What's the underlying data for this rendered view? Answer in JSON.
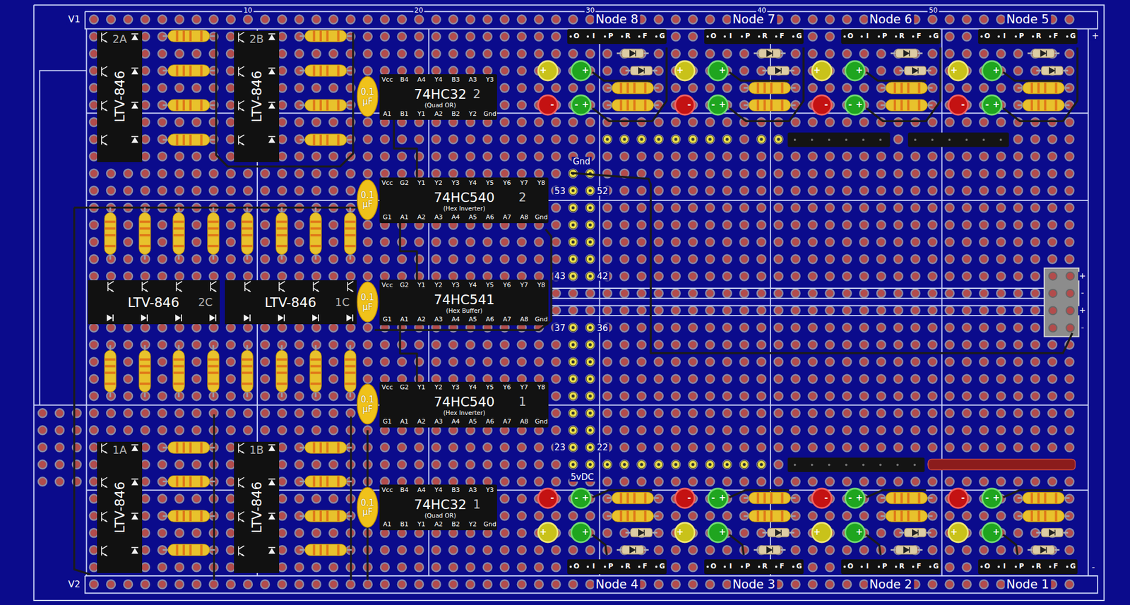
{
  "diagram": {
    "nodes": [
      {
        "text": [
          "LTV-846",
          "2A"
        ]
      },
      {
        "text": [
          "LTV-846",
          "2B"
        ]
      },
      {
        "text": [
          "0.1 µF"
        ]
      },
      {
        "text": [
          "Vcc",
          "B4",
          "A4",
          "Y4",
          "B3",
          "A3",
          "Y3",
          "74HC32",
          "2",
          "(Quad OR)",
          "A1",
          "B1",
          "Y1",
          "A2",
          "B2",
          "Y2",
          "Gnd"
        ]
      },
      {
        "text": [
          "0.1 µF"
        ]
      },
      {
        "text": [
          "Vcc",
          "G2",
          "Y1",
          "Y2",
          "Y3",
          "Y4",
          "Y5",
          "Y6",
          "Y7",
          "Y8",
          "74HC540",
          "2",
          "(Hex Inverter)",
          "G1",
          "A1",
          "A2",
          "A3",
          "A4",
          "A5",
          "A6",
          "A7",
          "A8",
          "Gnd"
        ]
      },
      {
        "text": [
          "LTV-846",
          "2C"
        ]
      },
      {
        "text": [
          "LTV-846",
          "1C"
        ]
      },
      {
        "text": [
          "0.1 µF"
        ]
      },
      {
        "text": [
          "Vcc",
          "G2",
          "Y1",
          "Y2",
          "Y3",
          "Y4",
          "Y5",
          "Y6",
          "Y7",
          "Y8",
          "74HC541",
          "(Hex Buffer)",
          "G1",
          "A1",
          "A2",
          "A3",
          "A4",
          "A5",
          "A6",
          "A7",
          "A8",
          "Gnd"
        ]
      },
      {
        "text": [
          "0.1 µF"
        ]
      },
      {
        "text": [
          "Vcc",
          "G2",
          "Y1",
          "Y2",
          "Y3",
          "Y4",
          "Y5",
          "Y6",
          "Y7",
          "Y8",
          "74HC540",
          "1",
          "(Hex Inverter)",
          "G1",
          "A1",
          "A2",
          "A3",
          "A4",
          "A5",
          "A6",
          "A7",
          "A8",
          "Gnd"
        ]
      },
      {
        "text": [
          "LTV-846",
          "1A"
        ]
      },
      {
        "text": [
          "LTV-846",
          "1B"
        ]
      },
      {
        "text": [
          "0.1 µF"
        ]
      },
      {
        "text": [
          "Vcc",
          "B4",
          "A4",
          "Y4",
          "B3",
          "A3",
          "Y3",
          "74HC32",
          "1",
          "(Quad OR)",
          "A1",
          "B1",
          "Y1",
          "A2",
          "B2",
          "Y2",
          "Gnd"
        ]
      },
      {
        "text": [
          "Node 8",
          "O",
          "I",
          "P",
          "R",
          "F",
          "G"
        ]
      },
      {
        "text": [
          "+"
        ]
      },
      {
        "text": [
          "+"
        ]
      },
      {
        "text": [
          "-"
        ]
      },
      {
        "text": [
          "-",
          "+"
        ]
      },
      {
        "text": [
          "Node 7",
          "O",
          "I",
          "P",
          "R",
          "F",
          "G"
        ]
      },
      {
        "text": [
          "+"
        ]
      },
      {
        "text": [
          "+"
        ]
      },
      {
        "text": [
          "-"
        ]
      },
      {
        "text": [
          "-",
          "+"
        ]
      },
      {
        "text": [
          "Node 6",
          "O",
          "I",
          "P",
          "R",
          "F",
          "G"
        ]
      },
      {
        "text": [
          "+"
        ]
      },
      {
        "text": [
          "+"
        ]
      },
      {
        "text": [
          "-"
        ]
      },
      {
        "text": [
          "-",
          "+"
        ]
      },
      {
        "text": [
          "Node 5",
          "O",
          "I",
          "P",
          "R",
          "F",
          "G"
        ]
      },
      {
        "text": [
          "+"
        ]
      },
      {
        "text": [
          "+"
        ]
      },
      {
        "text": [
          "-"
        ]
      },
      {
        "text": [
          "-",
          "+"
        ]
      },
      {
        "text": [
          "-"
        ]
      },
      {
        "text": [
          "-",
          "+"
        ]
      },
      {
        "text": [
          "+"
        ]
      },
      {
        "text": [
          "+"
        ]
      },
      {
        "text": [
          "Node 4",
          "O",
          "I",
          "P",
          "R",
          "F",
          "G"
        ]
      },
      {
        "text": [
          "-"
        ]
      },
      {
        "text": [
          "-",
          "+"
        ]
      },
      {
        "text": [
          "+"
        ]
      },
      {
        "text": [
          "+"
        ]
      },
      {
        "text": [
          "Node 3",
          "O",
          "I",
          "P",
          "R",
          "F",
          "G"
        ]
      },
      {
        "text": [
          "-"
        ]
      },
      {
        "text": [
          "-",
          "+"
        ]
      },
      {
        "text": [
          "+"
        ]
      },
      {
        "text": [
          "+"
        ]
      },
      {
        "text": [
          "Node 2",
          "O",
          "I",
          "P",
          "R",
          "F",
          "G"
        ]
      },
      {
        "text": [
          "-"
        ]
      },
      {
        "text": [
          "-",
          "+"
        ]
      },
      {
        "text": [
          "+"
        ]
      },
      {
        "text": [
          "+"
        ]
      },
      {
        "text": [
          "Node 1",
          "O",
          "I",
          "P",
          "R",
          "F",
          "G"
        ]
      }
    ],
    "edges": [
      {
        "from": 3,
        "to": 5,
        "arrow": "none"
      },
      {
        "from": 5,
        "to": 9,
        "arrow": "none"
      },
      {
        "from": 9,
        "to": 11,
        "arrow": "none"
      }
    ],
    "labels": [
      "V1",
      "10",
      "20",
      "30",
      "40",
      "50",
      "+",
      "Gnd",
      "53",
      "52",
      "43",
      "42",
      "+",
      "-",
      "+",
      "-",
      "37",
      "36",
      "23",
      "22",
      "5vDC",
      "V2",
      "-"
    ]
  }
}
